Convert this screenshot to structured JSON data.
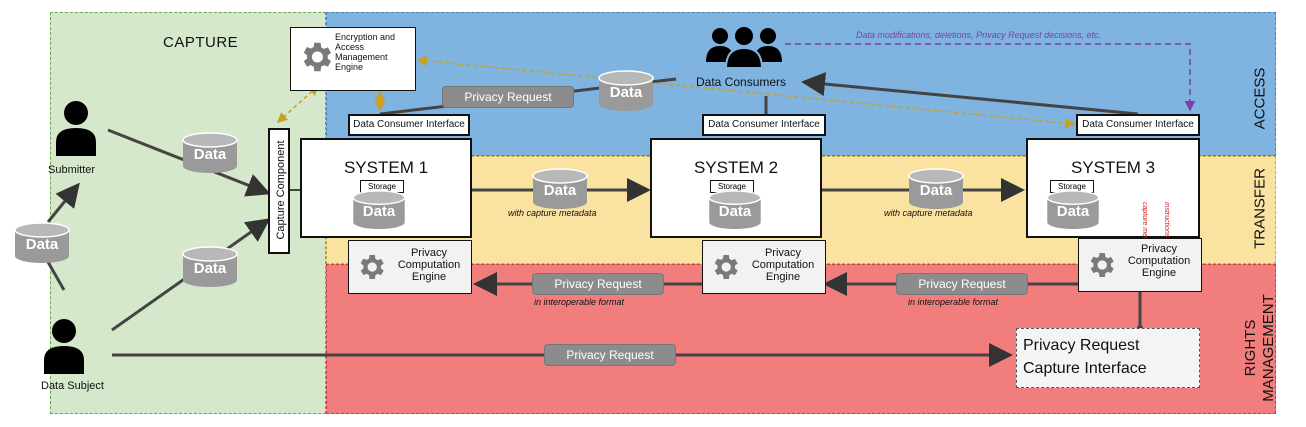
{
  "zones": {
    "capture": "CAPTURE",
    "access": "ACCESS",
    "transfer": "TRANSFER",
    "rights": "RIGHTS MANAGEMENT"
  },
  "actors": {
    "submitter": "Submitter",
    "data_subject": "Data Subject",
    "data_consumers": "Data Consumers"
  },
  "engines": {
    "encryption": "Encryption and Access Management Engine",
    "privacy_computation": "Privacy Computation Engine"
  },
  "capture_component": "Capture Component",
  "data_label": "Data",
  "storage_label": "Storage",
  "dci_label": "Data Consumer Interface",
  "systems": [
    "SYSTEM 1",
    "SYSTEM 2",
    "SYSTEM 3"
  ],
  "privacy_request": "Privacy Request",
  "with_capture_metadata": "with capture metadata",
  "in_interoperable_format": "in interoperable format",
  "prci": {
    "line1": "Privacy Request",
    "line2": "Capture Interface"
  },
  "annotations": {
    "modifications": "Data modifications, deletions, Privacy Request decisions, etc.",
    "capture_metadata": "capture metadata",
    "instructions": "instructions"
  },
  "colors": {
    "capture_zone": "#d5e8cb",
    "access_zone": "#7fb3e0",
    "transfer_zone": "#fae3a0",
    "rights_zone": "#f27d7d",
    "data_cylinder": "#9a9a9a",
    "gold_arrow": "#c9a020",
    "purple_arrow": "#7a3fa8",
    "red_arrow": "#d22020"
  }
}
